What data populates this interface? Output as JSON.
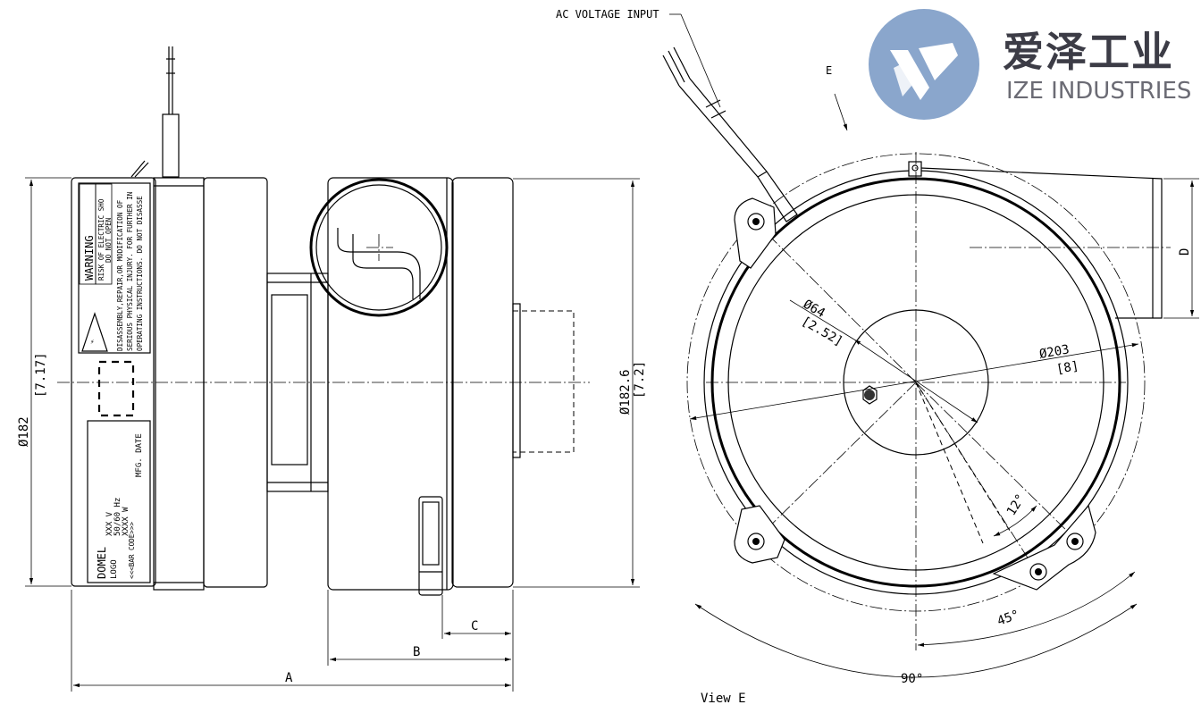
{
  "logo": {
    "cn": "爱泽工业",
    "en": "IZE INDUSTRIES",
    "colors": {
      "circle": "#8aa6cc",
      "mark": "#ffffff",
      "text": "#3c3c46"
    }
  },
  "side_view": {
    "dims": {
      "overall_dia": "Ø182",
      "overall_dia_in": "[7.17]",
      "body_dia": "Ø182.6",
      "body_dia_in": "[7.2]",
      "A": "A",
      "B": "B",
      "C": "C"
    },
    "label_warning": {
      "title": "WARNING",
      "line1": "RISK OF ELECTRIC SHO",
      "line2": "DO NOT OPEN",
      "body1": "DISASSEMBLY,REPAIR,OR MODIFICATION OF",
      "body2": "SERIOUS PHYSICAL INJURY. FOR FURTHER IN",
      "body3": "OPERATING INSTRUCTIONS. DO NOT DISASSE"
    },
    "label_rating": {
      "brand": "DOMEL",
      "logo": "LOGO",
      "voltage": "XXX V",
      "freq": "50/60 Hz",
      "power": "XXXX W",
      "barcode": "<<<BAR CODE>>>",
      "mfg": "MFG. DATE"
    }
  },
  "front_view": {
    "cable_label": "AC VOLTAGE INPUT",
    "view_arrow": "E",
    "view_caption": "View E",
    "dims": {
      "hub_dia": "Ø64",
      "hub_dia_in": "[2.52]",
      "pcd_dia": "Ø203",
      "pcd_dia_in": "[8]",
      "D": "D",
      "angle_12": "12°",
      "angle_45": "45°",
      "angle_90": "90°"
    }
  }
}
